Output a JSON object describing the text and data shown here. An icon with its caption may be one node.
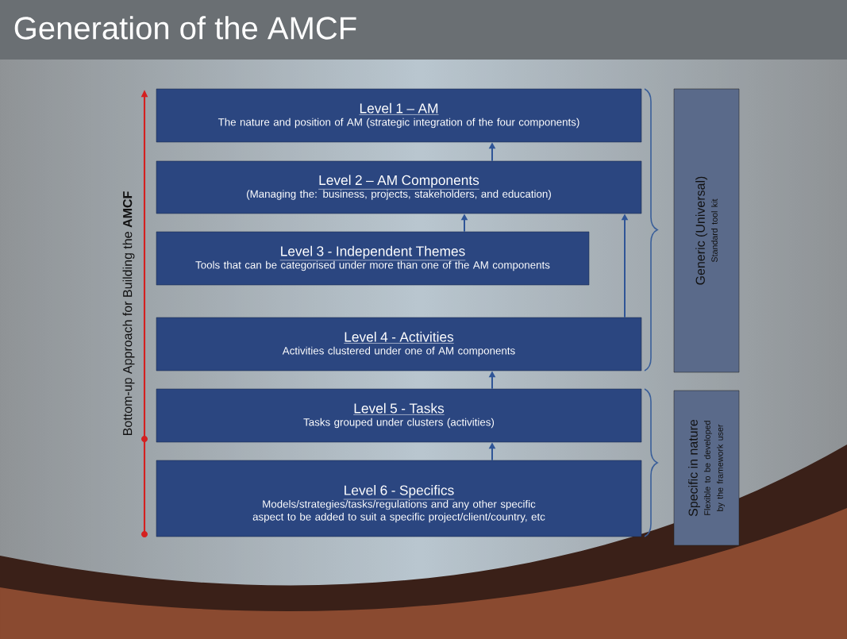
{
  "diagram": {
    "title": "Generation of the AMCF",
    "nodes": [
      {
        "text": [
          "Level 1 – AM",
          "The nature and position of AM (strategic integration of the four components)"
        ]
      },
      {
        "text": [
          "Level 2 – AM Components",
          "(Managing the: business, projects, stakeholders, and education)"
        ]
      },
      {
        "text": [
          "Level 3 - Independent Themes",
          "Tools that can be categorised under more than one of the AM components"
        ]
      },
      {
        "text": [
          "Level 4 - Activities",
          "Activities clustered under one of AM components"
        ]
      },
      {
        "text": [
          "Level 5 - Tasks",
          "Tasks grouped under clusters (activities)"
        ]
      },
      {
        "text": [
          "Level 6 - Specifics",
          "Models/strategies/tasks/regulations and any other specific aspect to be added to suit a specific project/client/country, etc"
        ]
      },
      {
        "text": [
          "Generic (Universal)",
          "Standard tool kit"
        ]
      },
      {
        "text": [
          "Specific in nature",
          "Flexible to be developed by the framework user"
        ]
      }
    ],
    "edges": [
      {
        "from": 5,
        "to": 4,
        "arrow": "to"
      },
      {
        "from": 4,
        "to": 3,
        "arrow": "to"
      },
      {
        "from": 3,
        "to": 1,
        "arrow": "to"
      },
      {
        "from": 2,
        "to": 1,
        "arrow": "to"
      },
      {
        "from": 1,
        "to": 0,
        "arrow": "to"
      }
    ],
    "labels": [
      "Bottom-up Approach for Building the **AMCF**"
    ]
  }
}
